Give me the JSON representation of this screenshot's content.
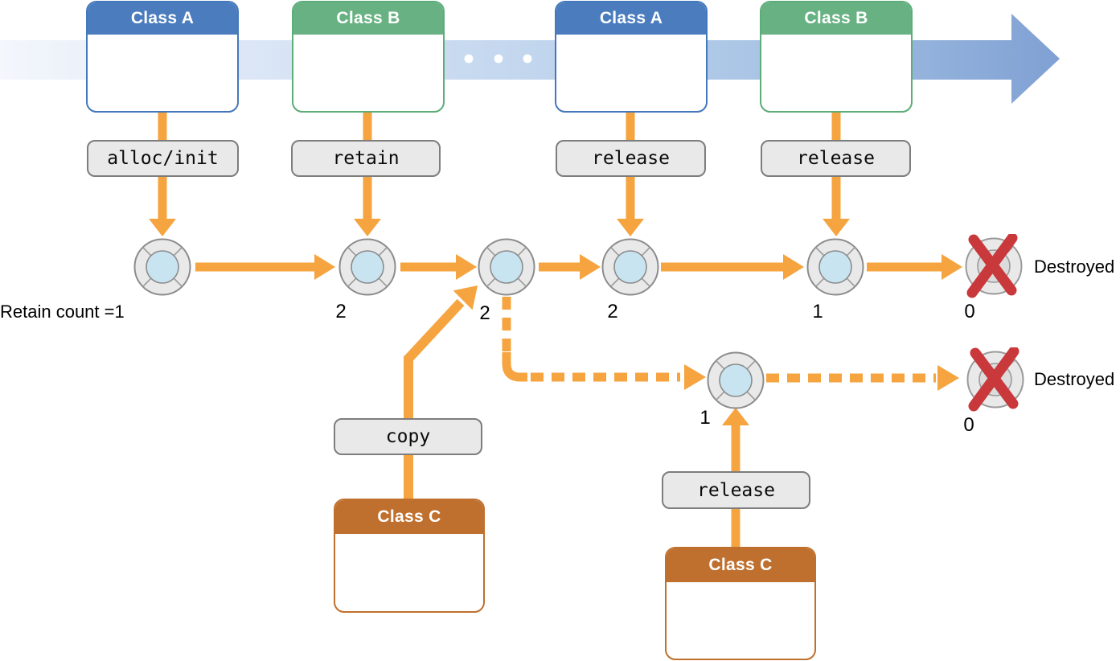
{
  "class_boxes": [
    {
      "id": "class-a-1",
      "label": "Class A",
      "header_color": "#4b7dbe"
    },
    {
      "id": "class-b-1",
      "label": "Class B",
      "header_color": "#68b183"
    },
    {
      "id": "class-a-2",
      "label": "Class A",
      "header_color": "#4b7dbe"
    },
    {
      "id": "class-b-2",
      "label": "Class B",
      "header_color": "#68b183"
    },
    {
      "id": "class-c-copy",
      "label": "Class C",
      "header_color": "#c0702e"
    },
    {
      "id": "class-c-release",
      "label": "Class C",
      "header_color": "#c0702e"
    }
  ],
  "operation_labels": [
    {
      "id": "alloc-init",
      "label": "alloc/init"
    },
    {
      "id": "retain",
      "label": "retain"
    },
    {
      "id": "release-main-1",
      "label": "release"
    },
    {
      "id": "release-main-2",
      "label": "release"
    },
    {
      "id": "copy",
      "label": "copy"
    },
    {
      "id": "release-branch",
      "label": "release"
    }
  ],
  "retain_counts": {
    "main_row": [
      "Retain count =1",
      "2",
      "2",
      "2",
      "1",
      "0"
    ],
    "branch_row": [
      "1",
      "0"
    ]
  },
  "destroyed_labels": [
    "Destroyed",
    "Destroyed"
  ],
  "icons": {
    "object_icon": "life-preserver-ring-with-blue-center",
    "destroyed_object_icon": "life-preserver-ring-with-red-x",
    "timeline_arrow_icon": "large-right-arrow",
    "ellipsis_dots_icon": "three-white-dots"
  },
  "colors": {
    "arrow_orange": "#f5a43f",
    "timeline_blue_end": "#7fa0d3",
    "class_a_blue": "#4b7dbe",
    "class_b_green": "#68b183",
    "class_c_brown": "#c0702e",
    "pill_gray_bg": "#e9e9e9",
    "pill_border_gray": "#7d7d7d",
    "object_inner_blue": "#c8e4f0",
    "destroyed_red": "#c9393b"
  }
}
